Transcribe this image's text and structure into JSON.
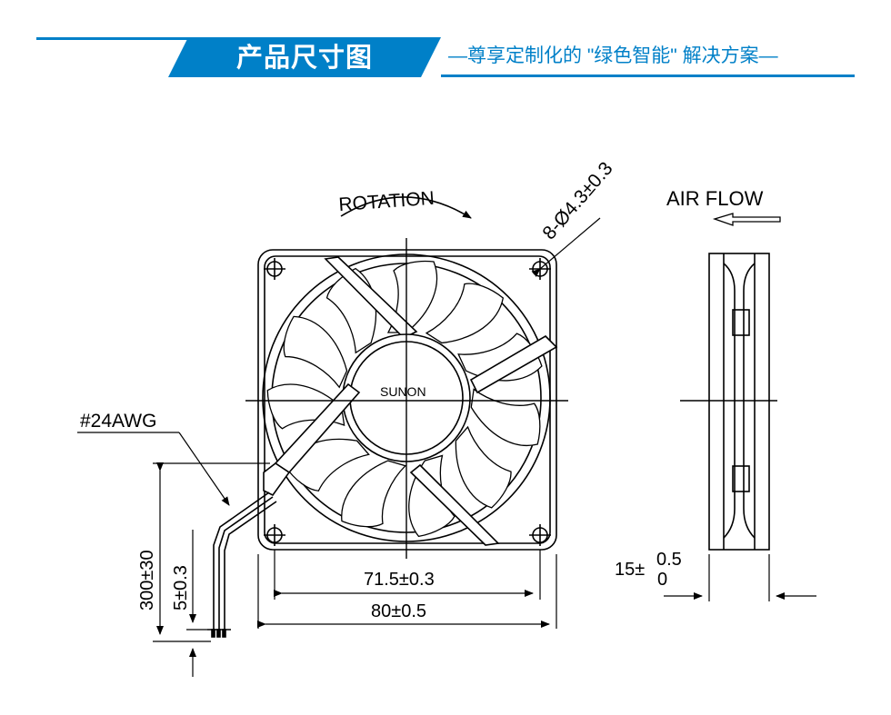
{
  "header": {
    "title": "产品尺寸图",
    "subtitle": "—尊享定制化的 \"绿色智能\" 解决方案—",
    "accent": "#0080c8"
  },
  "drawing": {
    "rotation_label": "ROTATION",
    "airflow_label": "AIR FLOW",
    "brand": "SUNON",
    "hole_spec": "8-Ø4.3±0.3",
    "wire_spec": "#24AWG",
    "hole_pitch": "71.5±0.3",
    "width": "80±0.5",
    "thickness_base": "15±",
    "thickness_upper": "0.5",
    "thickness_lower": "0",
    "lead_length": "300±30",
    "strip_length": "5±0.3",
    "line_color": "#000000"
  }
}
